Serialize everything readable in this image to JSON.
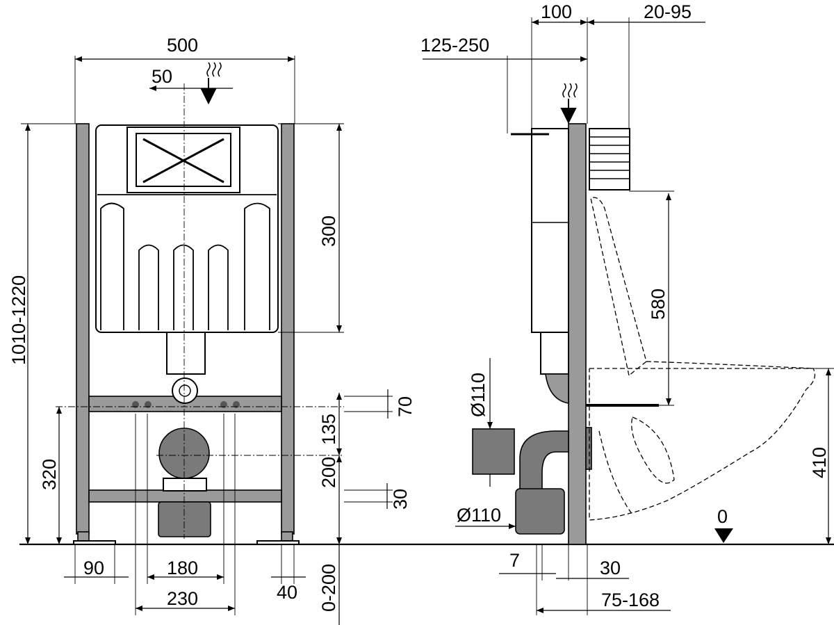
{
  "front_view": {
    "width_total": "500",
    "inlet_offset": "50",
    "height_range": "1010-1220",
    "cistern_height": "300",
    "upper_bar_gap": "70",
    "upper_dim": "135",
    "mid_dim": "200",
    "lower_bar_gap": "30",
    "bolt_height": "320",
    "post_offset": "90",
    "bolt_spacing": "180",
    "outer_spacing": "230",
    "foot_width": "40",
    "foot_adjust": "0-200"
  },
  "side_view": {
    "frame_depth": "100",
    "plate_depth": "20-95",
    "flush_depth": "125-250",
    "bowl_height": "580",
    "pipe_diameter_top": "Ø110",
    "pipe_diameter_bottom": "Ø110",
    "floor_level": "0",
    "seat_height": "410",
    "pipe_offset": "7",
    "foot_offset": "30",
    "drain_distance": "75-168"
  }
}
